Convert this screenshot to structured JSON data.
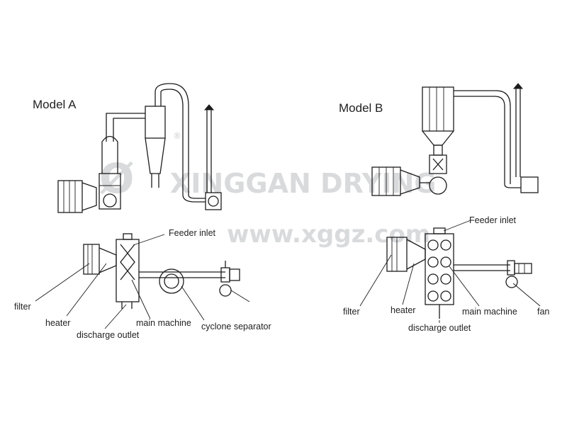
{
  "models": {
    "a": {
      "title": "Model A",
      "labels": {
        "feeder_inlet": "Feeder inlet",
        "filter": "filter",
        "heater": "heater",
        "discharge_outlet": "discharge outlet",
        "main_machine": "main machine",
        "cyclone_separator": "cyclone separator"
      }
    },
    "b": {
      "title": "Model B",
      "labels": {
        "feeder_inlet": "Feeder inlet",
        "filter": "filter",
        "heater": "heater",
        "main_machine": "main machine",
        "fan": "fan",
        "discharge_outlet": "discharge outlet"
      }
    }
  },
  "watermark": {
    "brand": "XINGGAN DRYING",
    "url": "www.xggz.com",
    "registered": "®"
  },
  "colors": {
    "line": "#1c1c1c",
    "text": "#222222",
    "watermark": "#b9bcc0",
    "background": "#ffffff"
  }
}
